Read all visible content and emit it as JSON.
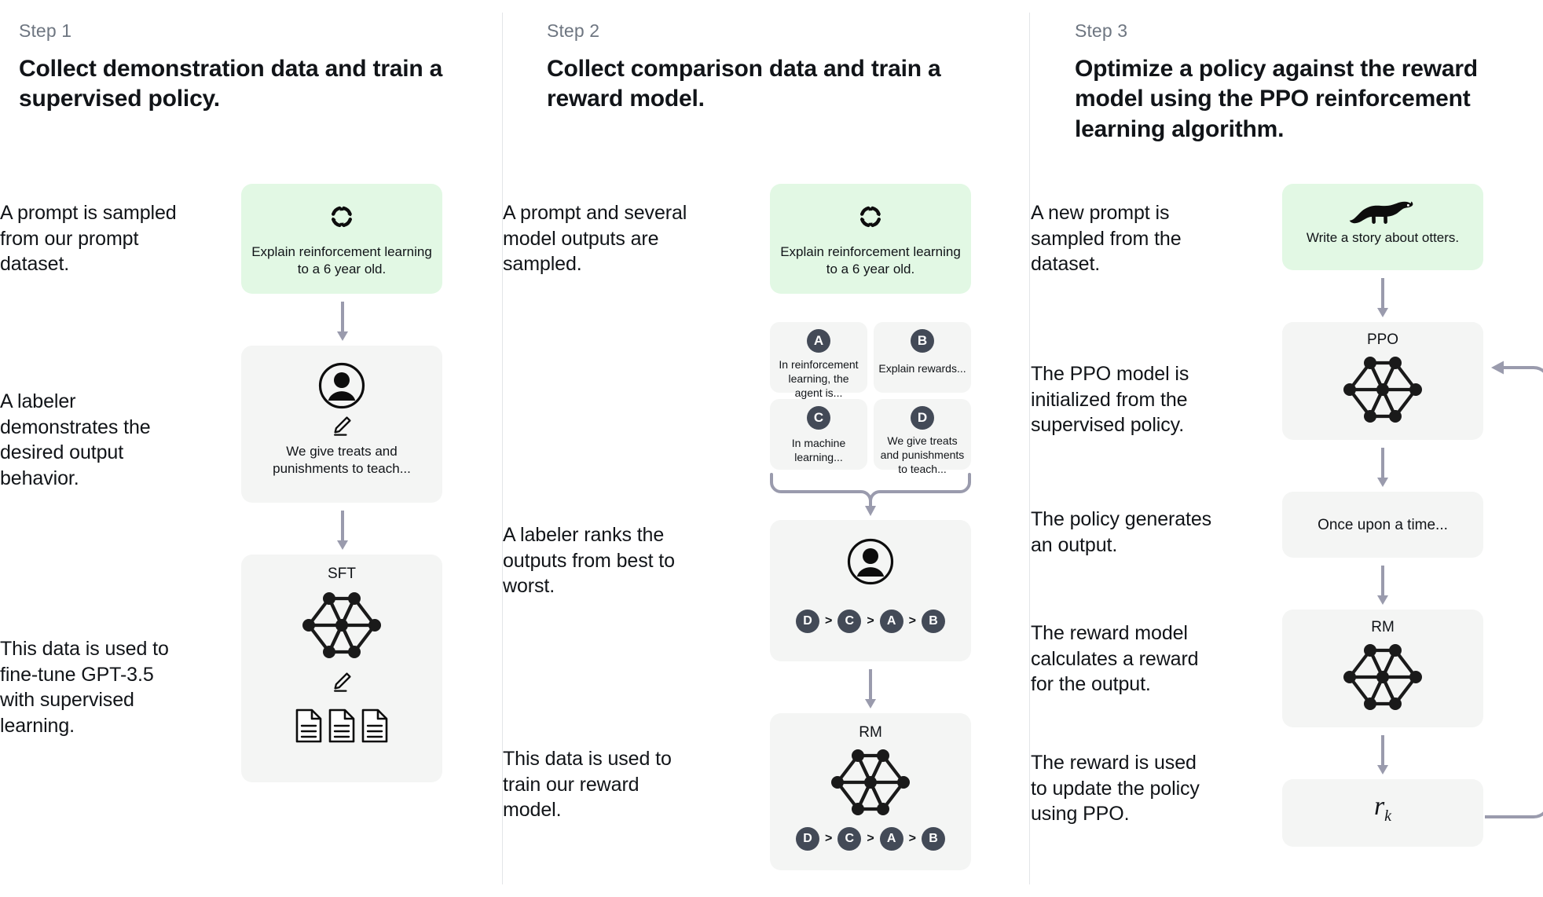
{
  "colors": {
    "green_card": "#e2f8e4",
    "grey_card": "#f4f5f4",
    "arrow": "#9a9bad",
    "badge": "#434a57",
    "divider": "#e3e5e8",
    "text": "#111418",
    "muted": "#6e7681"
  },
  "columns": [
    {
      "step_label": "Step 1",
      "title": "Collect demonstration data and train a supervised policy.",
      "captions": [
        "A prompt is sampled from our prompt dataset.",
        "A labeler demonstrates the desired output behavior.",
        "This data is used to fine-tune GPT-3.5 with supervised learning."
      ],
      "prompt_card": {
        "icon": "cycle-arrows-icon",
        "text": "Explain reinforcement learning to a 6 year old."
      },
      "labeler_card": {
        "icon": "person-circle-icon",
        "sub_icon": "pencil-icon",
        "text": "We give treats and punishments to teach..."
      },
      "model_card": {
        "title": "SFT",
        "icon": "neural-network-icon",
        "sub_icon": "pencil-icon",
        "docs_icon": "documents-icon",
        "doc_count": 3
      }
    },
    {
      "step_label": "Step 2",
      "title": "Collect comparison data and train a reward model.",
      "captions": [
        "A prompt and several model outputs are sampled.",
        "A labeler ranks the outputs from best to worst.",
        "This data is used to train our reward model."
      ],
      "prompt_card": {
        "icon": "cycle-arrows-icon",
        "text": "Explain reinforcement learning to a 6 year old."
      },
      "options": [
        {
          "letter": "A",
          "text": "In reinforcement learning, the agent is..."
        },
        {
          "letter": "B",
          "text": "Explain rewards..."
        },
        {
          "letter": "C",
          "text": "In machine learning..."
        },
        {
          "letter": "D",
          "text": "We give treats and punishments to teach..."
        }
      ],
      "ranker_card": {
        "icon": "person-circle-icon",
        "ranking": [
          "D",
          "C",
          "A",
          "B"
        ],
        "separator": ">"
      },
      "rm_card": {
        "title": "RM",
        "icon": "neural-network-icon",
        "ranking": [
          "D",
          "C",
          "A",
          "B"
        ],
        "separator": ">"
      }
    },
    {
      "step_label": "Step 3",
      "title": "Optimize a policy against the reward model using the PPO reinforcement learning algorithm.",
      "captions": [
        "A new prompt is sampled from the dataset.",
        "The PPO model is initialized from the supervised policy.",
        "The policy generates an output.",
        "The reward model calculates a reward for the output.",
        "The reward is used to update the policy using PPO."
      ],
      "prompt_card": {
        "icon": "otter-icon",
        "text": "Write a story about otters."
      },
      "ppo_card": {
        "title": "PPO",
        "icon": "neural-network-icon"
      },
      "output_card": {
        "text": "Once upon a time..."
      },
      "rm_card": {
        "title": "RM",
        "icon": "neural-network-icon"
      },
      "reward_card": {
        "symbol": "r",
        "subscript": "k"
      }
    }
  ]
}
